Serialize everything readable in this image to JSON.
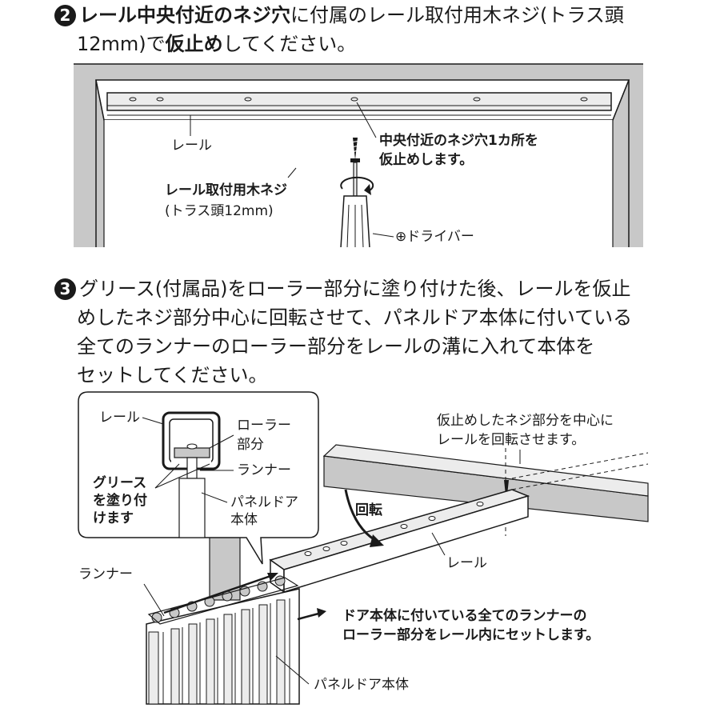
{
  "step2": {
    "number": "2",
    "line1_bold": "レール中央付近のネジ穴",
    "line1_rest": "に付属のレール取付用木ネジ(トラス頭",
    "line2_a": "12mm)で",
    "line2_bold": "仮止め",
    "line2_b": "してください。",
    "diagram": {
      "rail_label": "レール",
      "center_hole_line1": "中央付近のネジ穴1カ所を",
      "center_hole_line2": "仮止めします。",
      "screw_label": "レール取付用木ネジ",
      "screw_spec": "(トラス頭12mm)",
      "driver_label": "⊕ドライバー"
    }
  },
  "step3": {
    "number": "3",
    "lines": [
      "グリース(付属品)をローラー部分に塗り付けた後、レールを仮止",
      "めしたネジ部分中心に回転させて、パネルドア本体に付いている",
      "全てのランナーのローラー部分をレールの溝に入れて本体を",
      "セットしてください。"
    ],
    "diagram": {
      "inset_rail": "レール",
      "inset_roller_1": "ローラー",
      "inset_roller_2": "部分",
      "inset_runner": "ランナー",
      "grease_1": "グリース",
      "grease_2": "を塗り付",
      "grease_3": "けます",
      "inset_body_1": "パネルドア",
      "inset_body_2": "本体",
      "rotate_note_1": "仮止めしたネジ部分を中心に",
      "rotate_note_2": "レールを回転させます。",
      "rotate_label": "回転",
      "rail_label": "レール",
      "runner_label": "ランナー",
      "set_note_1": "ドア本体に付いている全てのランナーの",
      "set_note_2": "ローラー部分をレール内にセットします。",
      "body_label": "パネルドア本体"
    }
  },
  "colors": {
    "ink": "#1a1a1a",
    "gray_fill": "#c8c8c8",
    "light_fill": "#ececec"
  }
}
